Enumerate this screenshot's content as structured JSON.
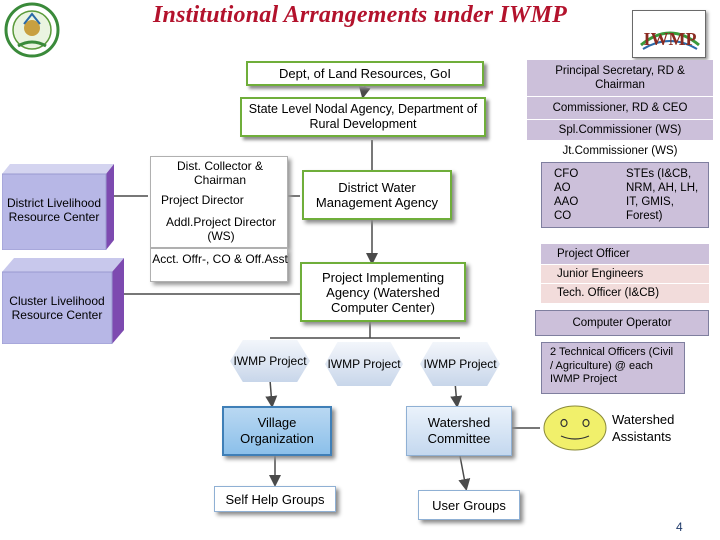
{
  "title": "Institutional Arrangements under IWMP",
  "logo_right_text": "IWMP",
  "colors": {
    "title": "#b3122c",
    "green_border": "#6fae3a",
    "lavender": "#ccc0da",
    "pink": "#f2dcdb",
    "cube_front": "#b7b7e6",
    "cube_side": "#7d4ab0",
    "smiley": "#f1f06b"
  },
  "nodes": {
    "dolr": "Dept, of Land Resources, GoI",
    "slna": "State Level Nodal Agency, Department of Rural Development",
    "dist_panel": {
      "collector": "Dist. Collector & Chairman",
      "project_director": "Project Director",
      "addl_pd": "Addl.Project Director (WS)",
      "acct": "Acct. Offr-, CO & Off.Asst"
    },
    "dwma": "District Water Management Agency",
    "pia": "Project Implementing Agency (Watershed Computer Center)",
    "dlrc": "District Livelihood Resource Center",
    "clrc": "Cluster Livelihood Resource Center",
    "iwmp_projects": [
      "IWMP Project",
      "IWMP Project",
      "IWMP Project"
    ],
    "village_org": "Village Organization",
    "watershed_committee": "Watershed Committee",
    "shg": "Self Help Groups",
    "user_groups": "User Groups",
    "watershed_assistants": "Watershed Assistants"
  },
  "right_panel": {
    "principal_secretary": "Principal Secretary, RD & Chairman",
    "commissioner": "Commissioner, RD & CEO",
    "spl_commissioner": "Spl.Commissioner (WS)",
    "jt_commissioner": "Jt.Commissioner (WS)",
    "officers_left": "CFO\nAO\nAAO\nCO",
    "officers_right": "STEs (I&CB, NRM, AH, LH, IT, GMIS, Forest)",
    "project_officer": "Project Officer",
    "junior_engineers": "Junior Engineers",
    "tech_officer": "Tech. Officer (I&CB)",
    "computer_operator": "Computer Operator",
    "technical_officers": "2 Technical Officers (Civil / Agriculture) @ each IWMP Project"
  },
  "page_number": "4"
}
